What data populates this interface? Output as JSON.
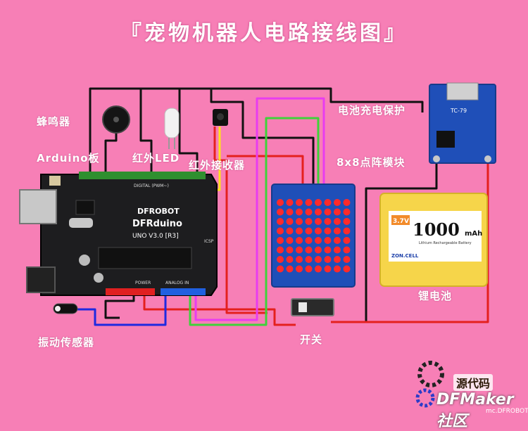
{
  "title": "『宠物机器人电路接线图』",
  "labels": {
    "buzzer": "蜂鸣器",
    "arduino": "Arduino板",
    "ir_led": "红外LED",
    "ir_receiver": "红外接收器",
    "charge_protect": "电池充电保护",
    "matrix": "8x8点阵模块",
    "lipo": "锂电池",
    "switch": "开关",
    "vibration": "振动传感器"
  },
  "board": {
    "brand": "DFROBOT",
    "model": "DFRduino",
    "version": "UNO V3.0 [R3]",
    "digital_header": "DIGITAL (PWM~)",
    "power_header": "POWER",
    "analog_header": "ANALOG IN",
    "icsp": "ICSP"
  },
  "charger": {
    "chip": "TC-79"
  },
  "battery": {
    "voltage": "3.7V",
    "capacity": "1000",
    "unit": "mAh",
    "subtitle": "Lithium Rechargeable Battery",
    "brand": "ZON.CELL"
  },
  "watermark": {
    "line1": "源代码",
    "line2": "DFMaker社区",
    "line3": "mc.DFROBOT.com.cn"
  },
  "colors": {
    "background": "#f77fb6",
    "pcb": "#1d1d1f",
    "matrix_pcb": "#1f4fb8",
    "led": "#ff2a2a",
    "charger_pcb": "#1f4fb8"
  }
}
